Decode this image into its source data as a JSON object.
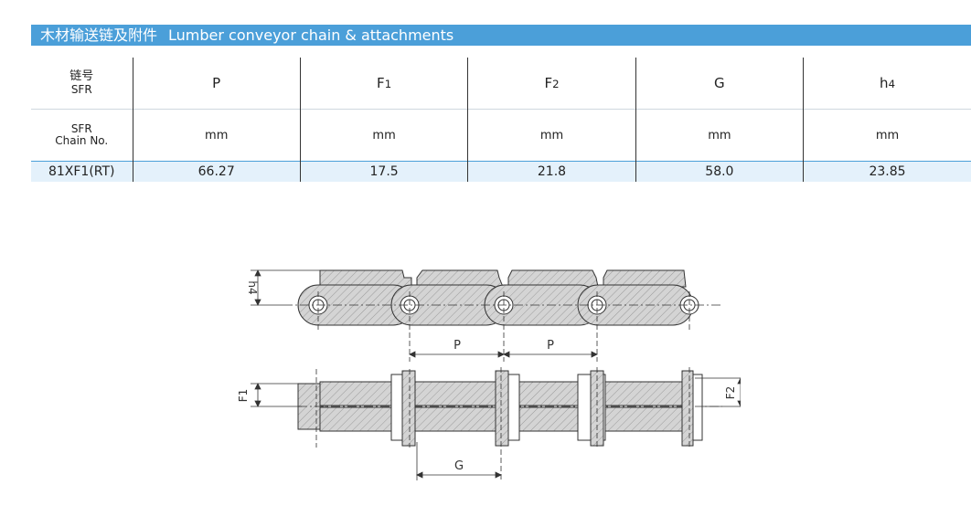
{
  "header": {
    "title_cn": "木材输送链及附件",
    "title_en": "Lumber conveyor chain & attachments"
  },
  "table": {
    "col0_head_line1": "链号",
    "col0_head_line2": "SFR",
    "col0_unit_line1": "SFR",
    "col0_unit_line2": "Chain No.",
    "columns": [
      {
        "base": "P",
        "sub": ""
      },
      {
        "base": "F",
        "sub": "1"
      },
      {
        "base": "F",
        "sub": "2"
      },
      {
        "base": "G",
        "sub": ""
      },
      {
        "base": "h",
        "sub": "4"
      }
    ],
    "units": [
      "mm",
      "mm",
      "mm",
      "mm",
      "mm"
    ],
    "row": {
      "chain_no": "81XF1(RT)",
      "values": [
        "66.27",
        "17.5",
        "21.8",
        "58.0",
        "23.85"
      ]
    }
  },
  "drawing": {
    "label_h4": "h4",
    "label_p1": "P",
    "label_p2": "P",
    "label_f1": "F1",
    "label_f2": "F2",
    "label_g": "G"
  }
}
